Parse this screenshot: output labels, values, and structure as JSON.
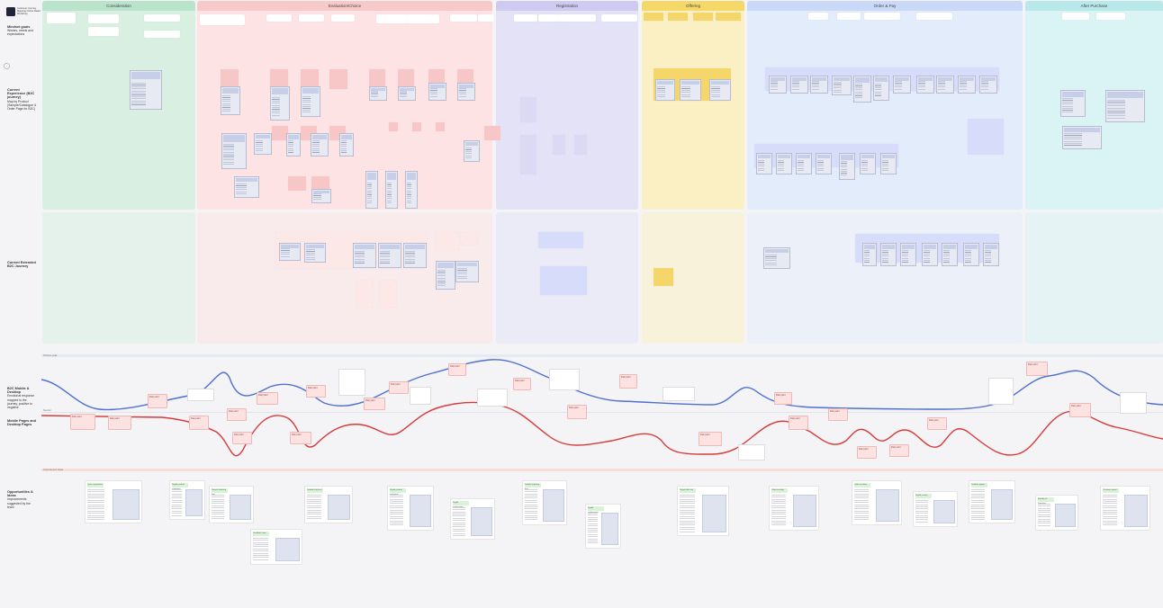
{
  "board": {
    "logo_text": "Customer Journey Mapping Online Retail Workshop",
    "left_tab_icon": "chevron-left-icon"
  },
  "phases": [
    {
      "name": "Consideration",
      "color": "#d8efe2",
      "head": "#b9e3cb"
    },
    {
      "name": "Evaluation/Choice",
      "color": "#fde3e3",
      "head": "#f8c9c9"
    },
    {
      "name": "Registration",
      "color": "#e4e2f7",
      "head": "#cfcaf1"
    },
    {
      "name": "Offering",
      "color": "#fbf0c4",
      "head": "#f5d867"
    },
    {
      "name": "Order & Pay",
      "color": "#e3ecfb",
      "head": "#c9d9f7"
    },
    {
      "name": "After Purchase",
      "color": "#daf3f4",
      "head": "#b8e8ea"
    }
  ],
  "rows": {
    "mindset": {
      "title": "Mindset goals",
      "sub": "Wishes, needs and expectations"
    },
    "current": {
      "title": "Current Experience (B2C journey)",
      "sub": "Map by Product (Sample/Catalogue & Order Page for B2C)"
    },
    "emotion": {
      "title": "B2C Mobile & Desktop",
      "sub": "Emotional response mapped to the journey, positive to negative"
    },
    "emotion2": {
      "title": "Mobile Pages and Desktop Pages",
      "sub": ""
    },
    "lower": {
      "title": "Current Extended B2C Journey",
      "sub": ""
    },
    "opps": {
      "title": "Opportunities & Ideas",
      "sub": "Improvements suggested by the team"
    }
  },
  "dividers": {
    "emotion_top": "Positive peak",
    "emotion_mid": "Neutral",
    "opps_top": "Improvement ideas"
  },
  "opportunities": [
    "Quick registration",
    "Digital product catalogue",
    "Sample ordering flow",
    "Guided checkout",
    "Digital product catalogue",
    "Digital configurator",
    "Sample ordering flow",
    "Digital configurator",
    "Digital offer tool",
    "Order tracking",
    "Order tracking",
    "Digital invoice",
    "Guided support",
    "Reorder & favourites",
    "Customer portal",
    "Feedback loop"
  ],
  "emotion_notes": [
    "Pain point",
    "Pain point",
    "Pain point",
    "Pain point",
    "Pain point",
    "Pain point",
    "Pain point",
    "Pain point",
    "Pain point",
    "Pain point",
    "Pain point",
    "Pain point",
    "Pain point",
    "Pain point",
    "Pain point",
    "Pain point",
    "Pain point",
    "Pain point",
    "Pain point",
    "Pain point",
    "Pain point",
    "Pain point",
    "Pain point",
    "Pain point"
  ],
  "palette": {
    "positive_line": "#4f6fd1",
    "negative_line": "#d83a3a",
    "emotion_band": "#eef1fa",
    "opps_band": "#fde7e7"
  }
}
